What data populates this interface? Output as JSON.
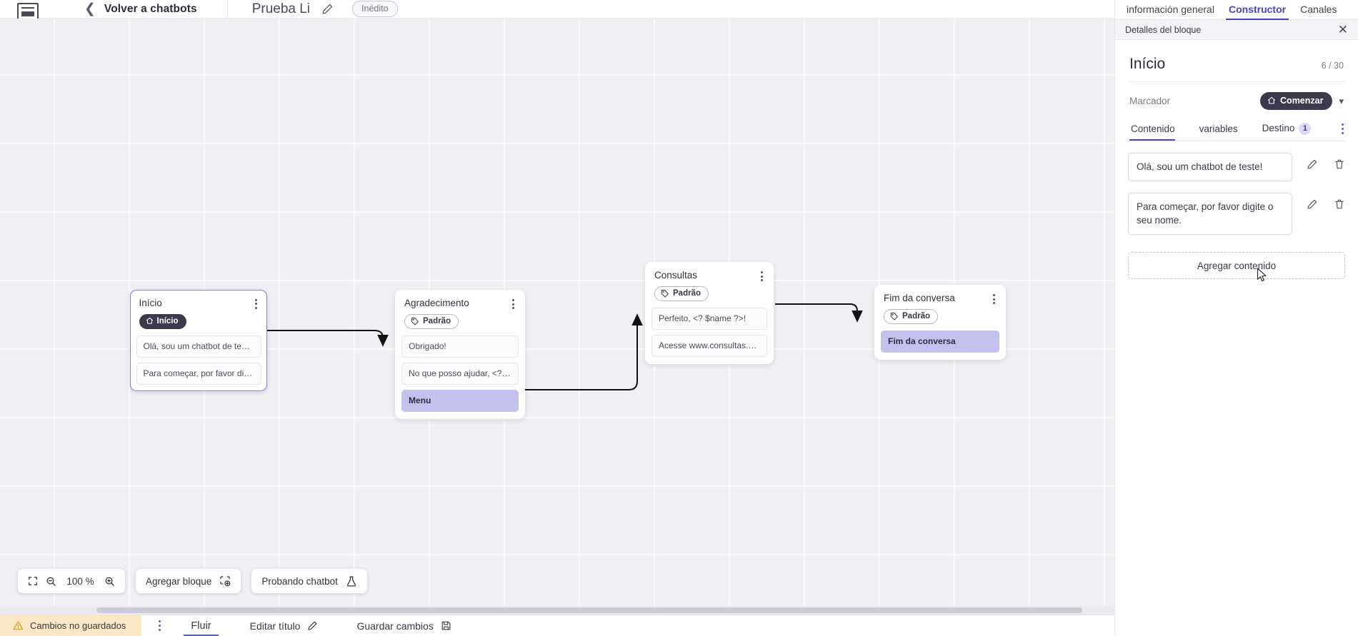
{
  "topbar": {
    "logo": "app-logo",
    "back_label": "Volver a chatbots",
    "bot_title": "Prueba Li",
    "status_badge": "Inédito"
  },
  "canvas": {
    "nodes": [
      {
        "id": "inicio",
        "title": "Início",
        "tag": "Início",
        "tag_type": "start",
        "selected": true,
        "messages": [
          {
            "text": "Olá, sou um chatbot de teste!",
            "style": "message"
          },
          {
            "text": "Para começar, por favor digite o ...",
            "style": "message"
          }
        ]
      },
      {
        "id": "agradecimento",
        "title": "Agradecimento",
        "tag": "Padrão",
        "tag_type": "default",
        "selected": false,
        "messages": [
          {
            "text": "Obrigado!",
            "style": "message"
          },
          {
            "text": "No que posso ajudar, <? $name ...",
            "style": "message"
          },
          {
            "text": "Menu",
            "style": "menu"
          }
        ]
      },
      {
        "id": "consultas",
        "title": "Consultas",
        "tag": "Padrão",
        "tag_type": "default",
        "selected": false,
        "messages": [
          {
            "text": "Perfeito, <? $name ?>!",
            "style": "message"
          },
          {
            "text": "Acesse www.consultas.com par...",
            "style": "message"
          }
        ]
      },
      {
        "id": "fim",
        "title": "Fim da conversa",
        "tag": "Padrão",
        "tag_type": "default",
        "selected": false,
        "messages": [
          {
            "text": "Fim da conversa",
            "style": "menu"
          }
        ]
      }
    ]
  },
  "toolbar": {
    "fit_icon": "fit-screen-icon",
    "zoom_out_icon": "zoom-out-icon",
    "zoom_level": "100 %",
    "zoom_in_icon": "zoom-in-icon",
    "add_block_label": "Agregar bloque",
    "add_block_icon": "add-block-icon",
    "test_label": "Probando chatbot",
    "test_icon": "flask-icon"
  },
  "statusbar": {
    "unsaved_label": "Cambios no guardados",
    "warning_icon": "warning-icon",
    "tab_label": "Fluir",
    "edit_title_label": "Editar título",
    "edit_title_icon": "pencil-icon",
    "save_label": "Guardar cambios",
    "save_icon": "save-icon"
  },
  "panel": {
    "tabs": [
      {
        "label": "información general",
        "active": false
      },
      {
        "label": "Constructor",
        "active": true
      },
      {
        "label": "Canales",
        "active": false
      }
    ],
    "subheader_title": "Detalles del bloque",
    "close_icon": "close-icon",
    "block_title": "Início",
    "char_count": "6 / 30",
    "marcador_label": "Marcador",
    "marcador_value": "Comenzar",
    "marcador_icon": "home-icon",
    "chevron_icon": "chevron-down-icon",
    "inner_tabs": [
      {
        "label": "Contenido",
        "active": true,
        "badge": ""
      },
      {
        "label": "variables",
        "active": false,
        "badge": ""
      },
      {
        "label": "Destino",
        "active": false,
        "badge": "1"
      }
    ],
    "content_items": [
      {
        "text": "Olá, sou um chatbot de teste!",
        "edit_icon": "pencil-icon",
        "delete_icon": "trash-icon"
      },
      {
        "text": "Para começar, por favor digite o seu nome.",
        "edit_icon": "pencil-icon",
        "delete_icon": "trash-icon"
      }
    ],
    "add_content_label": "Agregar contenido"
  },
  "colors": {
    "accent": "#4745c4",
    "canvas_bg": "#f0eff3",
    "node_dark": "#3d3a4e",
    "menu_lavender": "#c3c1ee",
    "warning_bg": "#fbe7c6"
  }
}
